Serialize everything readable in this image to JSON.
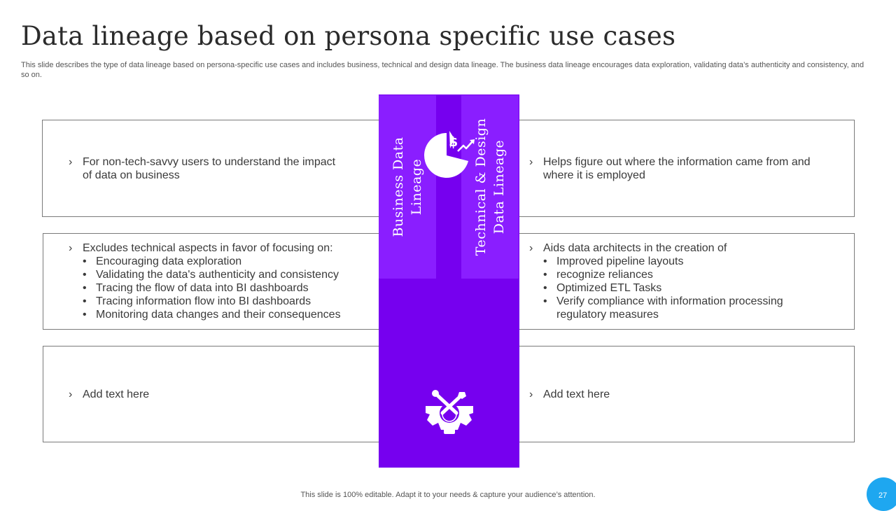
{
  "title": "Data lineage based on persona specific use cases",
  "subtitle": "This slide describes the type of data lineage based on persona-specific use cases and includes business, technical and design data lineage. The business data lineage encourages data exploration, validating data’s authenticity and consistency, and so on.",
  "bullet_glyph": "›",
  "center": {
    "left_label": "Business Data\nLineage",
    "right_label": "Technical & Design\nData Lineage",
    "top_icon": "business-pie-chart-icon",
    "bottom_icon": "gear-tools-icon"
  },
  "left": [
    {
      "lead": "For non-tech-savvy  users to understand  the impact of data on business",
      "items": []
    },
    {
      "lead": "Excludes technical aspects in favor of focusing on:",
      "items": [
        "Encouraging data exploration",
        "Validating the data's authenticity  and consistency",
        "Tracing the flow of data into BI dashboards",
        "Tracing information flow into BI dashboards",
        "Monitoring data changes and their consequences"
      ]
    },
    {
      "lead": "Add text here",
      "items": []
    }
  ],
  "right": [
    {
      "lead": "Helps figure out where the information came from and where it is employed",
      "items": []
    },
    {
      "lead": "Aids data architects in the creation of",
      "items": [
        "Improved pipeline layouts",
        "recognize reliances",
        "Optimized ETL Tasks",
        "Verify compliance with information processing regulatory measures"
      ]
    },
    {
      "lead": "Add text here",
      "items": []
    }
  ],
  "footer": "This slide is 100% editable. Adapt it to your needs & capture your audience’s attention.",
  "page_number": "27",
  "colors": {
    "purple_dark": "#7600ef",
    "purple_light": "#8a1eff",
    "badge_blue": "#1ea7f0"
  }
}
